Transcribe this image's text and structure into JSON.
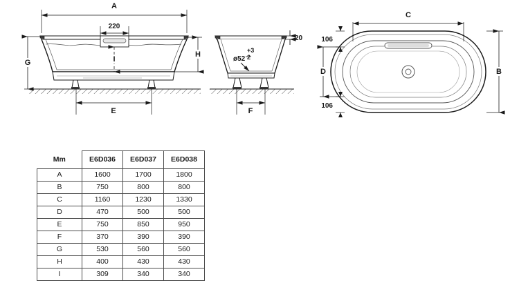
{
  "document": {
    "type": "technical-drawing",
    "subject": "freestanding oval bathtub dimension drawing",
    "background_color": "#ffffff",
    "line_color": "#1a1a1a"
  },
  "views": {
    "front_elevation": {
      "name": "front-elevation-view",
      "dimensions": {
        "overall_width_label": "A",
        "overflow_width_value": "220",
        "height_to_floor_label": "G",
        "height_rim_to_base_label": "H",
        "foot_spacing_label": "E",
        "waste_depth_label": "I"
      }
    },
    "side_elevation": {
      "name": "side-elevation-view",
      "dimensions": {
        "rim_thickness_value": "20",
        "waste_diameter_value": "ø52",
        "tolerance_plus": "+3",
        "tolerance_minus": "2",
        "foot_spacing_label": "F"
      }
    },
    "plan_view": {
      "name": "plan-top-view",
      "dimensions": {
        "inner_length_label": "C",
        "overall_width_label": "B",
        "inner_width_label": "D",
        "top_offset_value": "106",
        "bottom_offset_value": "106"
      }
    }
  },
  "spec_table": {
    "unit_header": "Mm",
    "columns": [
      "E6D036",
      "E6D037",
      "E6D038"
    ],
    "rows": [
      {
        "label": "A",
        "values": [
          "1600",
          "1700",
          "1800"
        ]
      },
      {
        "label": "B",
        "values": [
          "750",
          "800",
          "800"
        ]
      },
      {
        "label": "C",
        "values": [
          "1160",
          "1230",
          "1330"
        ]
      },
      {
        "label": "D",
        "values": [
          "470",
          "500",
          "500"
        ]
      },
      {
        "label": "E",
        "values": [
          "750",
          "850",
          "950"
        ]
      },
      {
        "label": "F",
        "values": [
          "370",
          "390",
          "390"
        ]
      },
      {
        "label": "G",
        "values": [
          "530",
          "560",
          "560"
        ]
      },
      {
        "label": "H",
        "values": [
          "400",
          "430",
          "430"
        ]
      },
      {
        "label": "I",
        "values": [
          "309",
          "340",
          "340"
        ]
      }
    ]
  }
}
